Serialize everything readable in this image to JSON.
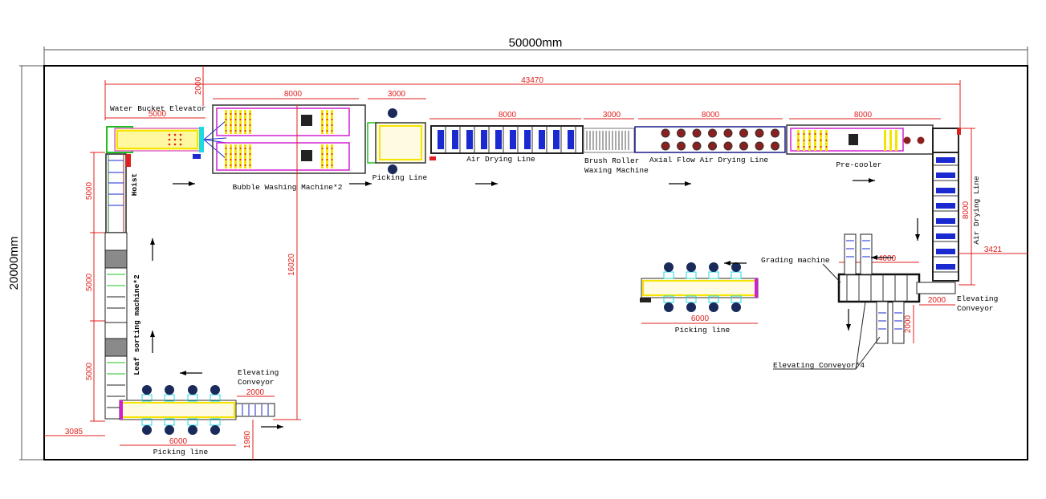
{
  "drawing": {
    "overall_width": "50000mm",
    "overall_height": "20000mm",
    "total_line_length": "43470"
  },
  "equipment": [
    {
      "id": "water-bucket-elevator",
      "label": "Water Bucket Elevator",
      "length": "5000"
    },
    {
      "id": "hoist",
      "label": "Hoist",
      "length": "5000"
    },
    {
      "id": "bubble-washing-machine",
      "label": "Bubble Washing Machine*2",
      "length": "8000"
    },
    {
      "id": "picking-line-top",
      "label": "Picking Line",
      "length": "3000"
    },
    {
      "id": "air-drying-line",
      "label": "Air Drying Line",
      "length": "8000"
    },
    {
      "id": "brush-roller-waxing",
      "label_line1": "Brush Roller",
      "label_line2": "Waxing Machine",
      "length": "3000"
    },
    {
      "id": "axial-flow-air-drying",
      "label": "Axial Flow Air Drying Line",
      "length": "8000"
    },
    {
      "id": "pre-cooler",
      "label": "Pre-cooler",
      "length": "8000"
    },
    {
      "id": "air-drying-line-vertical",
      "label": "Air Drying Line",
      "length": "8000"
    },
    {
      "id": "elevating-conveyor-right",
      "label_line1": "Elevating",
      "label_line2": "Conveyor",
      "length": "2000"
    },
    {
      "id": "grading-machine",
      "label": "Grading machine",
      "length": "4000"
    },
    {
      "id": "elevating-conveyor-x4",
      "label": "Elevating Conveyor*4",
      "length": "2000"
    },
    {
      "id": "picking-line-middle",
      "label": "Picking line",
      "length": "6000"
    },
    {
      "id": "leaf-sorting-machine",
      "label": "Leaf sorting machine*2",
      "length": "5000"
    },
    {
      "id": "elevating-conveyor-bottom",
      "label_line1": "Elevating",
      "label_line2": "Conveyor",
      "length": "2000"
    },
    {
      "id": "picking-line-bottom",
      "label": "Picking line",
      "length": "6000"
    }
  ],
  "dimensions": {
    "top_offset": "2000",
    "washer_to_bottom": "16020",
    "right_clearance": "3421",
    "left_clearance": "3085",
    "bottom_clearance": "1980",
    "left_segment_1": "5000",
    "left_segment_2": "5000",
    "left_segment_3": "5000"
  },
  "colors": {
    "dimension": "#e0201c",
    "frame": "#000000",
    "conveyor_yellow": "#f5e400",
    "magenta": "#d020d0",
    "cyan": "#20d8e0",
    "blue": "#1a2ad0",
    "green": "#20c020",
    "grey": "#8a8a8a"
  }
}
